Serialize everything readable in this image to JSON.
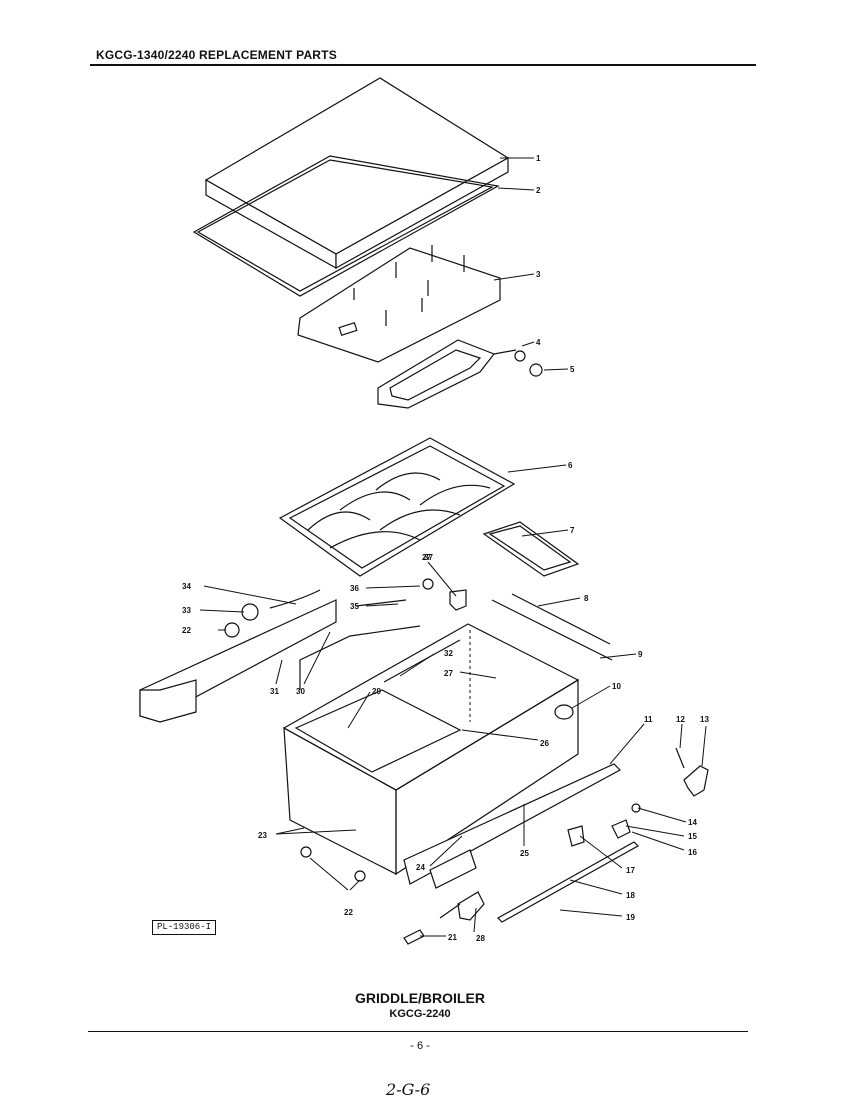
{
  "header": {
    "title": "KGCG-1340/2240 REPLACEMENT PARTS"
  },
  "caption": {
    "title": "GRIDDLE/BROILER",
    "model": "KGCG-2240"
  },
  "page_number": "- 6 -",
  "handwritten": "2-G-6",
  "plate_id": "PL-19306-I",
  "callouts": [
    "1",
    "2",
    "3",
    "4",
    "5",
    "6",
    "7",
    "8",
    "9",
    "10",
    "11",
    "12",
    "13",
    "14",
    "15",
    "16",
    "17",
    "18",
    "19",
    "21",
    "22",
    "23",
    "24",
    "25",
    "26",
    "27",
    "28",
    "29",
    "30",
    "31",
    "32",
    "33",
    "34",
    "35",
    "36",
    "37"
  ]
}
